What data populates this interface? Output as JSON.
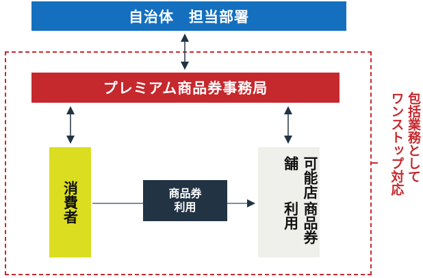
{
  "government": {
    "label": "自治体　担当部署"
  },
  "office": {
    "label": "プレミアム商品券事務局"
  },
  "consumer": {
    "label": "消費者"
  },
  "usage": {
    "line1": "商品券",
    "line2": "利用"
  },
  "store": {
    "line1": "可能店舗",
    "line2": "商品券利用"
  },
  "scope_label": {
    "line1": "包括業務として",
    "line2": "ワンストップ対応"
  },
  "colors": {
    "blue": "#1470bf",
    "red": "#c5282d",
    "yellow": "#dbdd21",
    "navy": "#223344",
    "gray": "#efefeb"
  }
}
